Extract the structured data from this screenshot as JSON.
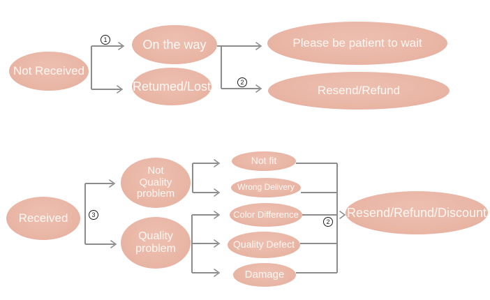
{
  "colors": {
    "ellipse_fill": "#eab7a7",
    "ellipse_text": "#fdf8f3",
    "line": "#8c8c8c",
    "label_text": "#1a1a1a",
    "bg": "#ffffff"
  },
  "flows": {
    "not_received": {
      "root": "Not Received",
      "step1_label": "1",
      "on_the_way": "On the way",
      "returned_lost": "Retumed/Lost",
      "step2_label": "2",
      "be_patient": "Please be patient to wait",
      "resend_refund": "Resend/Refund"
    },
    "received": {
      "root": "Received",
      "step3_label": "3",
      "not_quality_problem": "Not Quality problem",
      "quality_problem": "Quality problem",
      "not_fit": "Not fit",
      "wrong_delivery": "Wrong Delivery",
      "color_difference": "Color Difference",
      "quality_defect": "Quality Defect",
      "damage": "Damage",
      "step2_label": "2",
      "outcome": "Resend/Refund/Discount"
    }
  }
}
